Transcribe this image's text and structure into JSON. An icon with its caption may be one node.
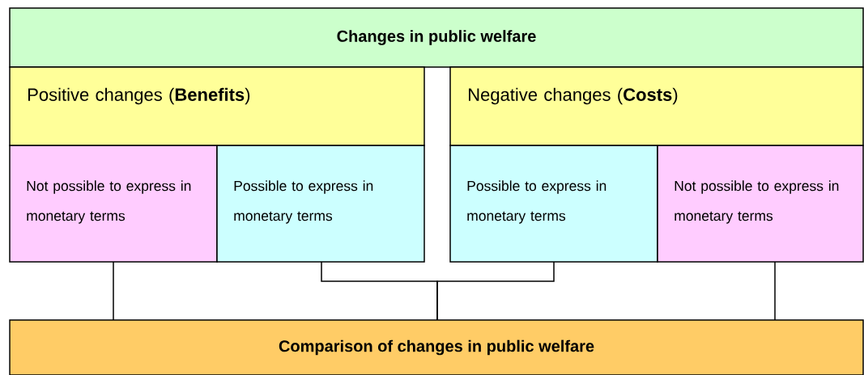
{
  "diagram": {
    "nodes": [
      {
        "text": [
          "Changes in public welfare"
        ]
      },
      {
        "text": [
          "Positive changes (**Benefits**)"
        ]
      },
      {
        "text": [
          "Negative changes (**Costs**)"
        ]
      },
      {
        "text": [
          "Not possible to express in monetary terms"
        ]
      },
      {
        "text": [
          "Possible to express in monetary terms"
        ]
      },
      {
        "text": [
          "Possible to express in monetary terms"
        ]
      },
      {
        "text": [
          "Not possible to express in monetary terms"
        ]
      },
      {
        "text": [
          "Comparison of changes in public welfare"
        ]
      }
    ],
    "edges": [
      {
        "from": 3,
        "to": 7,
        "arrow": "none"
      },
      {
        "from": 4,
        "to": 7,
        "arrow": "none"
      },
      {
        "from": 5,
        "to": 7,
        "arrow": "none"
      },
      {
        "from": 6,
        "to": 7,
        "arrow": "none"
      }
    ]
  }
}
